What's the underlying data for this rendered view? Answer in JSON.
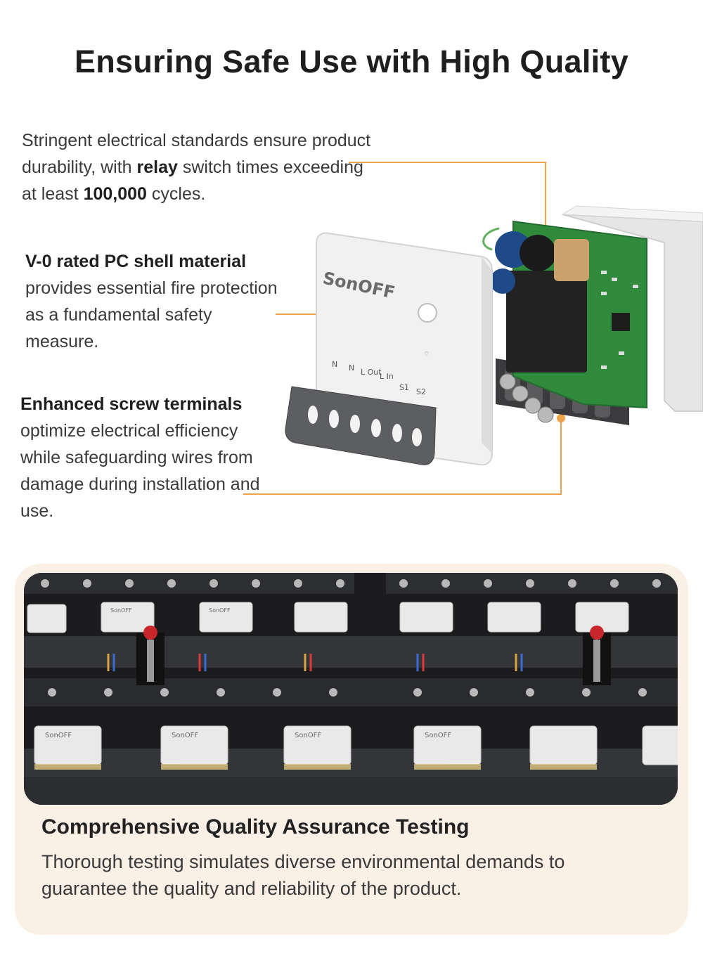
{
  "title": "Ensuring Safe Use with High Quality",
  "features": [
    {
      "pre": "Stringent electrical standards ensure product durability, with ",
      "bold1": "relay",
      "mid": " switch times exceeding at least ",
      "bold2": "100,000",
      "post": " cycles."
    },
    {
      "lead": "V-0 rated PC shell material",
      "body": "provides essential fire protection as a fundamental safety measure."
    },
    {
      "lead": "Enhanced screw terminals",
      "body": "optimize electrical efficiency while safeguarding wires from damage during installation and use."
    }
  ],
  "product": {
    "brand": "SonOFF",
    "terminal_labels": [
      "N",
      "N",
      "L Out",
      "L In",
      "S1",
      "S2"
    ]
  },
  "testing": {
    "device_brand": "SonOFF",
    "title": "Comprehensive Quality Assurance Testing",
    "body": "Thorough testing simulates diverse environmental demands to guarantee the quality and reliability of the product."
  },
  "colors": {
    "accent": "#f0a44a",
    "card_bg": "#fbf0e6",
    "pcb": "#2f8a3c"
  }
}
